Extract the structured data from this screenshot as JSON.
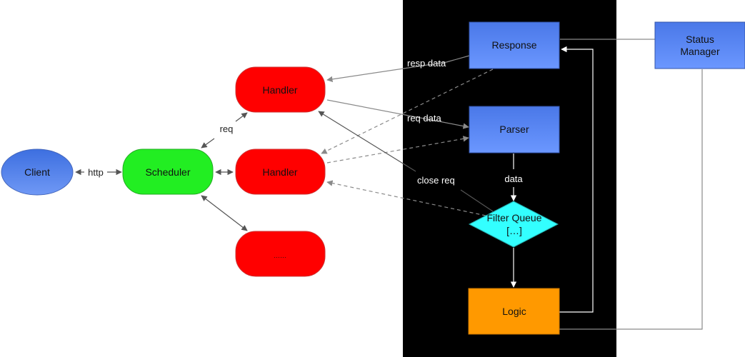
{
  "colors": {
    "panel": "#000000",
    "handler": "#ff0000",
    "scheduler": "#22ee22",
    "client": "#4f80ea",
    "blue_box": "#5a86f0",
    "filter": "#33ffff",
    "logic": "#ff9900",
    "edge_gray": "#8a8a8a"
  },
  "nodes": {
    "client": "Client",
    "scheduler": "Scheduler",
    "handler_1": "Handler",
    "handler_2": "Handler",
    "handler_3": "……",
    "response": "Response",
    "parser": "Parser",
    "filter_queue_line1": "Filter Queue",
    "filter_queue_line2": "[…]",
    "logic": "Logic",
    "status_manager_line1": "Status",
    "status_manager_line2": "Manager"
  },
  "edges": {
    "http": "http",
    "req": "req",
    "resp_data": "resp data",
    "req_data": "req data",
    "data": "data",
    "close_req": "close req"
  }
}
